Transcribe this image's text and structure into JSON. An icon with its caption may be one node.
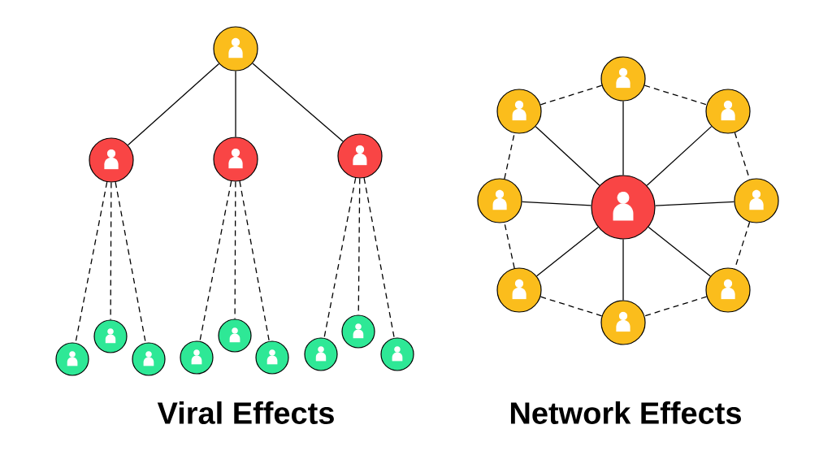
{
  "diagram": {
    "nodes": [
      {
        "text": [],
        "shape": "circle"
      },
      {
        "text": [],
        "shape": "circle"
      },
      {
        "text": [],
        "shape": "circle"
      },
      {
        "text": [],
        "shape": "circle"
      },
      {
        "text": [],
        "shape": "circle"
      },
      {
        "text": [],
        "shape": "circle"
      },
      {
        "text": [],
        "shape": "circle"
      },
      {
        "text": [],
        "shape": "circle"
      },
      {
        "text": [],
        "shape": "circle"
      },
      {
        "text": [],
        "shape": "circle"
      },
      {
        "text": [],
        "shape": "circle"
      },
      {
        "text": [],
        "shape": "circle"
      },
      {
        "text": [],
        "shape": "circle"
      },
      {
        "text": [],
        "shape": "circle"
      },
      {
        "text": [],
        "shape": "circle"
      },
      {
        "text": [],
        "shape": "circle"
      },
      {
        "text": [],
        "shape": "circle"
      },
      {
        "text": [],
        "shape": "circle"
      },
      {
        "text": [],
        "shape": "circle"
      },
      {
        "text": [],
        "shape": "circle"
      },
      {
        "text": [],
        "shape": "circle"
      },
      {
        "text": [],
        "shape": "circle"
      }
    ],
    "edges": [
      {
        "from": 0,
        "to": 1,
        "arrow": "none"
      },
      {
        "from": 0,
        "to": 2,
        "arrow": "none"
      },
      {
        "from": 0,
        "to": 3,
        "arrow": "none"
      },
      {
        "from": 1,
        "to": 4,
        "arrow": "none",
        "style": "dashed"
      },
      {
        "from": 1,
        "to": 5,
        "arrow": "none",
        "style": "dashed"
      },
      {
        "from": 1,
        "to": 6,
        "arrow": "none",
        "style": "dashed"
      },
      {
        "from": 2,
        "to": 7,
        "arrow": "none",
        "style": "dashed"
      },
      {
        "from": 2,
        "to": 8,
        "arrow": "none",
        "style": "dashed"
      },
      {
        "from": 2,
        "to": 9,
        "arrow": "none",
        "style": "dashed"
      },
      {
        "from": 3,
        "to": 10,
        "arrow": "none",
        "style": "dashed"
      },
      {
        "from": 3,
        "to": 11,
        "arrow": "none",
        "style": "dashed"
      },
      {
        "from": 3,
        "to": 12,
        "arrow": "none",
        "style": "dashed"
      },
      {
        "from": 13,
        "to": 14,
        "arrow": "none"
      },
      {
        "from": 13,
        "to": 15,
        "arrow": "none"
      },
      {
        "from": 13,
        "to": 16,
        "arrow": "none"
      },
      {
        "from": 13,
        "to": 17,
        "arrow": "none"
      },
      {
        "from": 13,
        "to": 18,
        "arrow": "none"
      },
      {
        "from": 13,
        "to": 19,
        "arrow": "none"
      },
      {
        "from": 13,
        "to": 20,
        "arrow": "none"
      },
      {
        "from": 13,
        "to": 21,
        "arrow": "none"
      },
      {
        "from": 14,
        "to": 15,
        "arrow": "none",
        "style": "dashed"
      },
      {
        "from": 15,
        "to": 16,
        "arrow": "none",
        "style": "dashed"
      },
      {
        "from": 16,
        "to": 17,
        "arrow": "none",
        "style": "dashed"
      },
      {
        "from": 17,
        "to": 18,
        "arrow": "none",
        "style": "dashed"
      },
      {
        "from": 18,
        "to": 19,
        "arrow": "none",
        "style": "dashed"
      },
      {
        "from": 19,
        "to": 20,
        "arrow": "none",
        "style": "dashed"
      },
      {
        "from": 20,
        "to": 21,
        "arrow": "none",
        "style": "dashed"
      },
      {
        "from": 21,
        "to": 14,
        "arrow": "none",
        "style": "dashed"
      }
    ],
    "labels": [
      "Viral Effects",
      "Network Effects"
    ]
  }
}
